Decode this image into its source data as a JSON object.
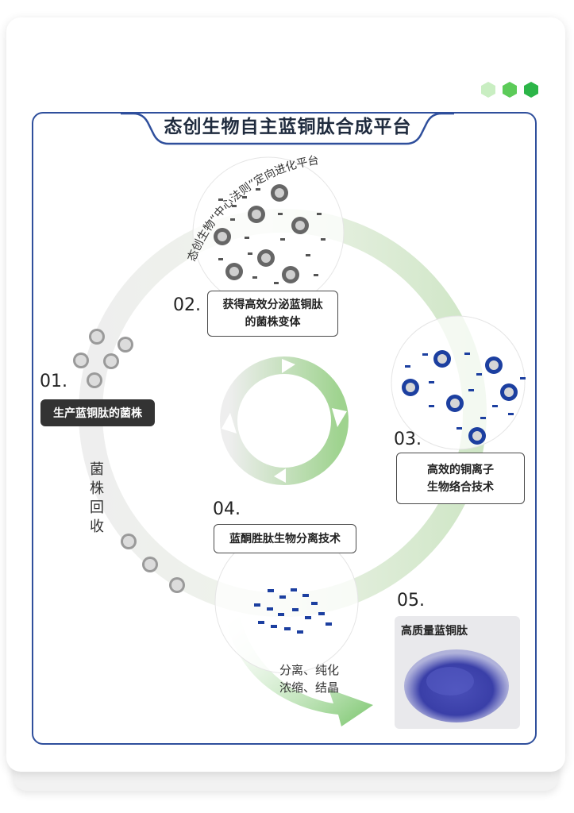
{
  "title": "态创生物自主蓝铜肽合成平台",
  "arc_text": "态创生物“中心法则”定向进化平台",
  "steps": [
    {
      "num": "01.",
      "label": "生产蓝铜肽的菌株"
    },
    {
      "num": "02.",
      "label_line1": "获得高效分泌蓝铜肽",
      "label_line2": "的菌株变体"
    },
    {
      "num": "03.",
      "label_line1": "高效的铜离子",
      "label_line2": "生物络合技术"
    },
    {
      "num": "04.",
      "label": "蓝酮胜肽生物分离技术"
    },
    {
      "num": "05.",
      "label": "高质量蓝铜肽"
    }
  ],
  "recycle_text": [
    "菌",
    "株",
    "回",
    "收"
  ],
  "process_text": {
    "line1": "分离、纯化",
    "line2": "浓缩、结晶"
  },
  "colors": {
    "frame": "#2f4f9c",
    "green": "#8cc97a",
    "hex1": "#c7ecc0",
    "hex2": "#5cc95a",
    "hex3": "#2fb84a",
    "peptide_blue": "#1c3fa0"
  }
}
